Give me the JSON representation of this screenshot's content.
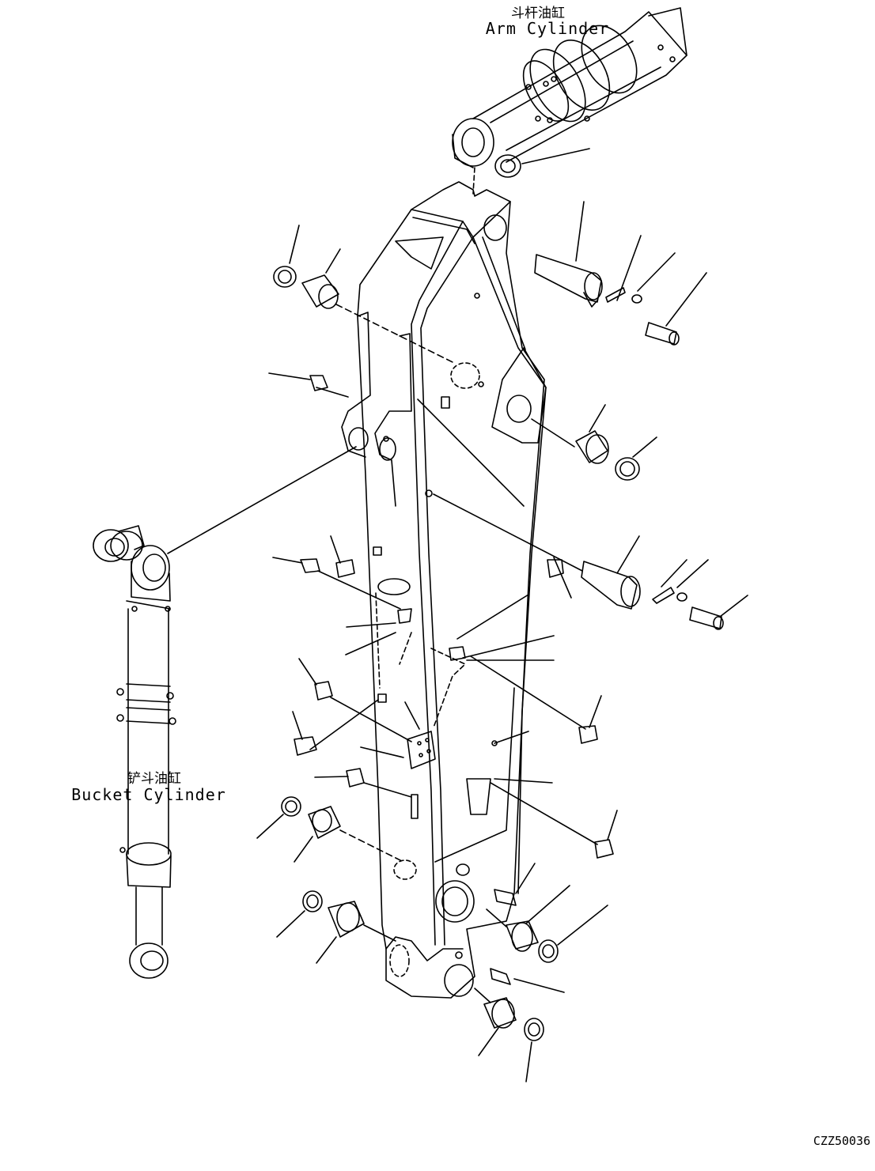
{
  "labels": {
    "arm_cylinder_cn": "斗杆油缸",
    "arm_cylinder_en": "Arm Cylinder",
    "bucket_cylinder_cn": "铲斗油缸",
    "bucket_cylinder_en": "Bucket Cylinder",
    "drawing_code": "CZZ50036"
  },
  "colors": {
    "line": "#000000",
    "background": "#ffffff"
  }
}
